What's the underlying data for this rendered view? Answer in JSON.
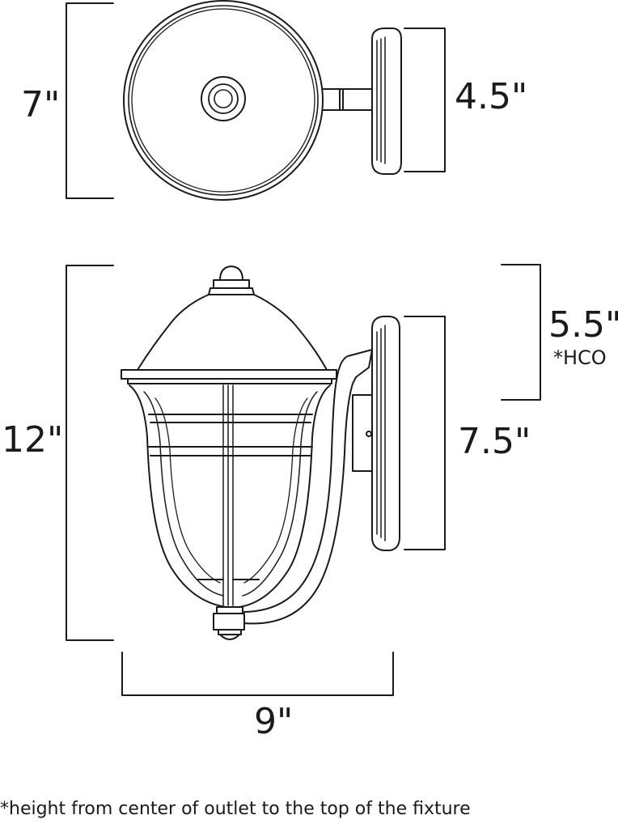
{
  "top_view": {
    "width_label": "7\"",
    "depth_label": "4.5\""
  },
  "side_view": {
    "height_label": "12\"",
    "outlet_label": "5.5\"",
    "outlet_note": "*HCO",
    "backplate_label": "7.5\"",
    "width_label": "9\""
  },
  "footnote": "*height from center of outlet to the top of the fixture",
  "colors": {
    "line": "#1a1a1a",
    "background": "#ffffff"
  }
}
